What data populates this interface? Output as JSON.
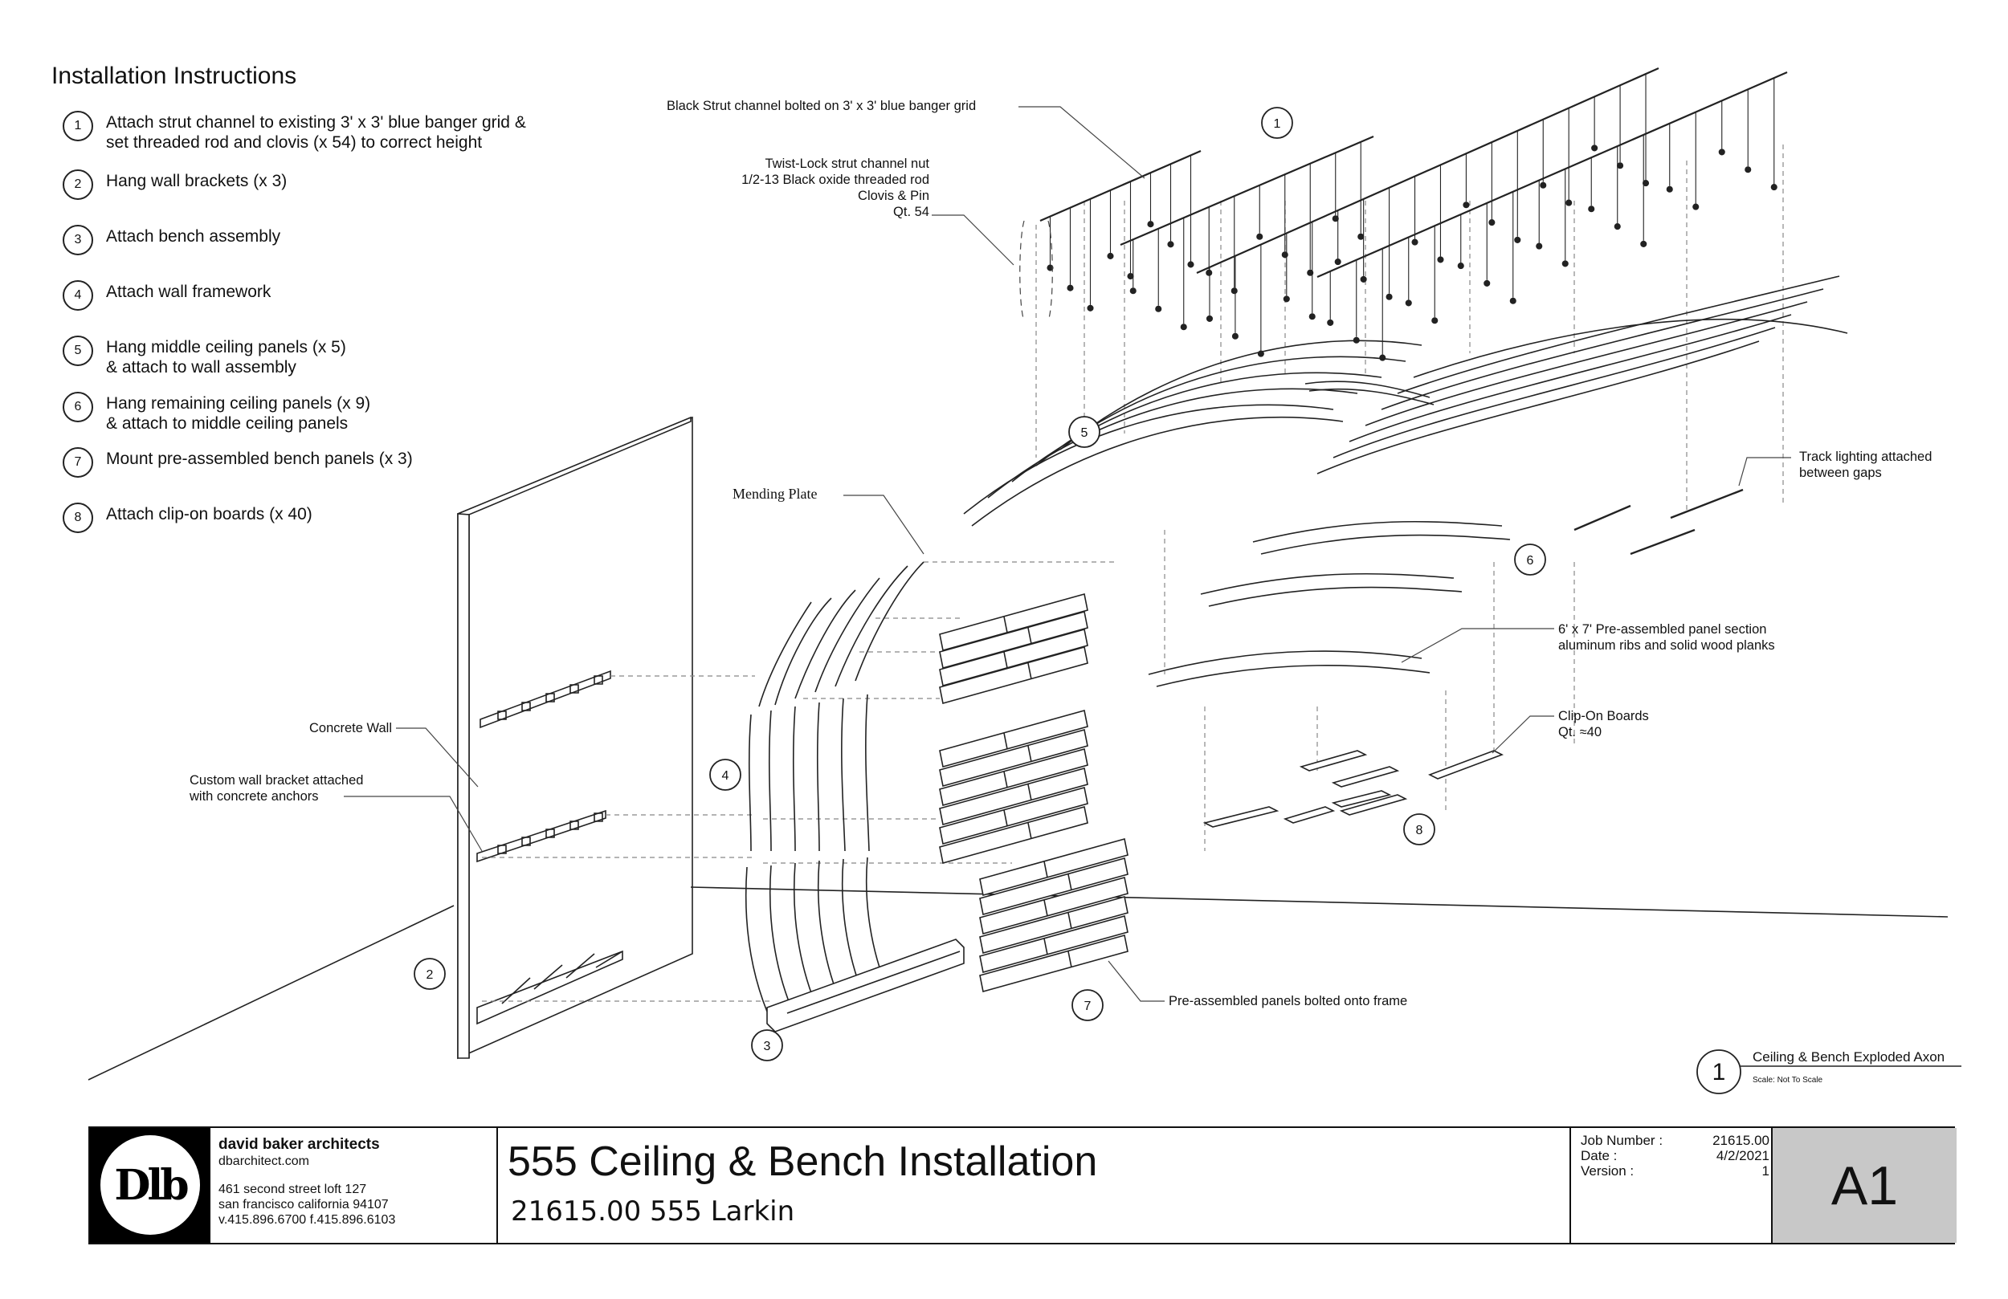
{
  "instructions": {
    "title": "Installation Instructions",
    "steps": [
      {
        "num": "1",
        "text": "Attach strut channel to existing 3' x 3' blue banger grid &\nset threaded rod and clovis (x 54) to correct height"
      },
      {
        "num": "2",
        "text": "Hang wall brackets (x 3)"
      },
      {
        "num": "3",
        "text": "Attach bench assembly"
      },
      {
        "num": "4",
        "text": "Attach wall framework"
      },
      {
        "num": "5",
        "text": "Hang middle ceiling panels (x 5)\n& attach to wall assembly"
      },
      {
        "num": "6",
        "text": "Hang remaining ceiling panels (x 9)\n& attach to middle ceiling panels"
      },
      {
        "num": "7",
        "text": "Mount pre-assembled bench panels (x 3)"
      },
      {
        "num": "8",
        "text": "Attach clip-on boards (x 40)"
      }
    ]
  },
  "callouts": {
    "strut": "Black Strut channel bolted on 3' x 3' blue banger grid",
    "nut": "Twist-Lock strut channel nut\n1/2-13 Black oxide threaded rod\nClovis & Pin\nQt. 54",
    "mending": "Mending Plate",
    "concrete": "Concrete Wall",
    "bracket": "Custom wall bracket attached\nwith concrete anchors",
    "track": "Track lighting attached\nbetween gaps",
    "panel_section": "6' x 7' Pre-assembled panel section\naluminum ribs and solid wood planks",
    "clip_on": "Clip-On Boards\nQt. ≈40",
    "bolted": "Pre-assembled panels bolted onto frame"
  },
  "markers": {
    "m1": "1",
    "m2": "2",
    "m3": "3",
    "m4": "4",
    "m5": "5",
    "m6": "6",
    "m7": "7",
    "m8": "8"
  },
  "view_label": {
    "num": "1",
    "title": "Ceiling & Bench Exploded Axon",
    "scale": "Scale: Not To Scale"
  },
  "title_block": {
    "logo": "Dlb",
    "firm_name": "david baker architects",
    "website": "dbarchitect.com",
    "address1": "461 second street loft 127",
    "address2": "san francisco california 94107",
    "phone": "v.415.896.6700 f.415.896.6103",
    "project_title": "555 Ceiling & Bench Installation",
    "project_subtitle": "21615.00 555 Larkin",
    "job_label": "Job Number :",
    "job_value": "21615.00",
    "date_label": "Date :",
    "date_value": "4/2/2021",
    "version_label": "Version :",
    "version_value": "1",
    "sheet": "A1"
  }
}
